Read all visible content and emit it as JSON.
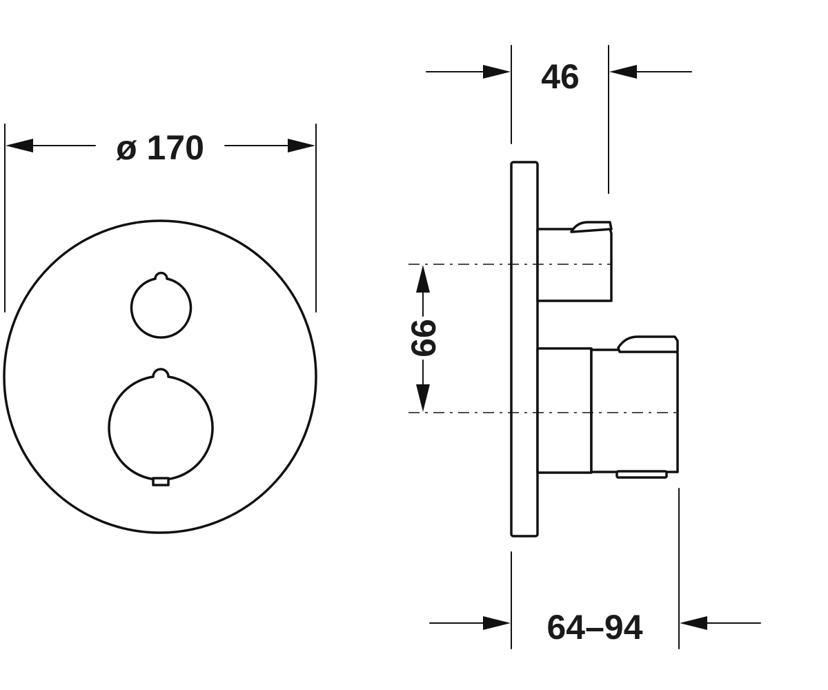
{
  "dimensions": {
    "diameter_label": "ø 170",
    "depth_label": "46",
    "spacing_label": "66",
    "range_label": "64–94"
  },
  "colors": {
    "line": "#111111",
    "text": "#1a1a1a",
    "background": "#ffffff"
  }
}
